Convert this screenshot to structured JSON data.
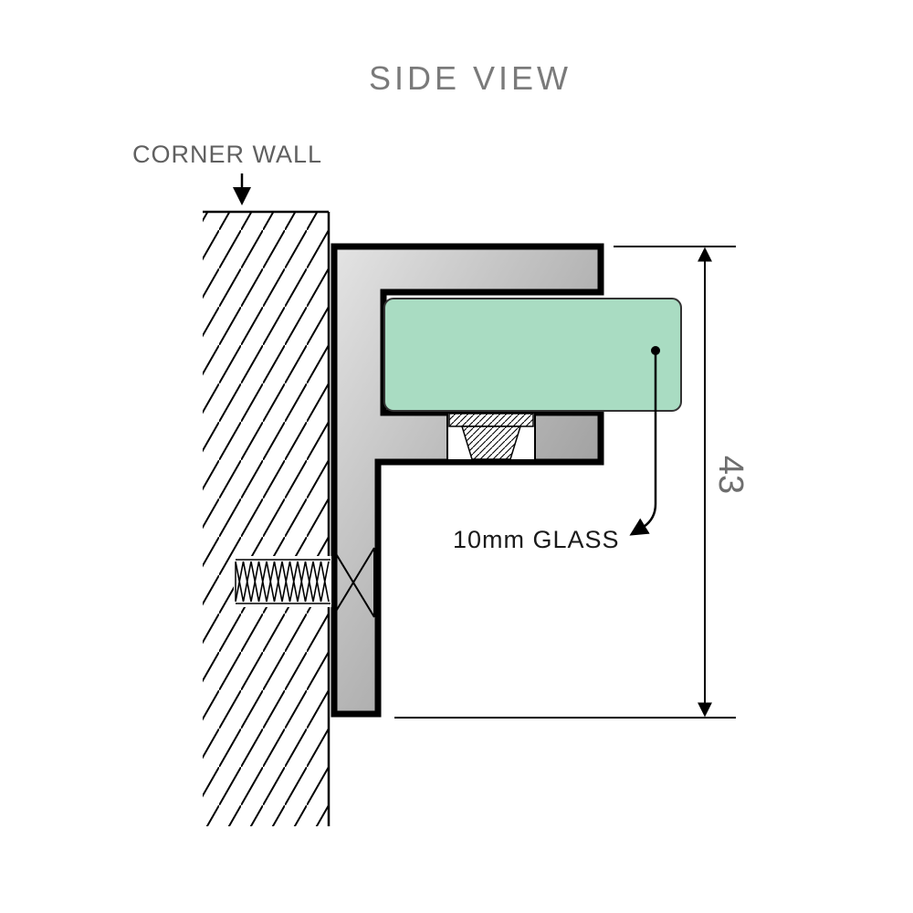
{
  "title": "SIDE VIEW",
  "wall": {
    "label": "CORNER WALL"
  },
  "glass": {
    "label": "10mm GLASS"
  },
  "dimension": {
    "value": "43"
  },
  "icons": {
    "corner_wall_pointer": "down-arrow",
    "glass_leader": "curved-leader-arrow",
    "dimension_arrows": "double-ended-arrow"
  },
  "colors": {
    "glass_fill": "#a9dcc2",
    "metal_light": "#e4e4e4",
    "metal_mid": "#b6b6b6",
    "metal_dark": "#8a8a8a",
    "line": "#000000",
    "title_text": "#7a7a7a",
    "label_text": "#606060",
    "glass_label_text": "#1a1a1a",
    "dimension_text": "#6e6e6e"
  }
}
